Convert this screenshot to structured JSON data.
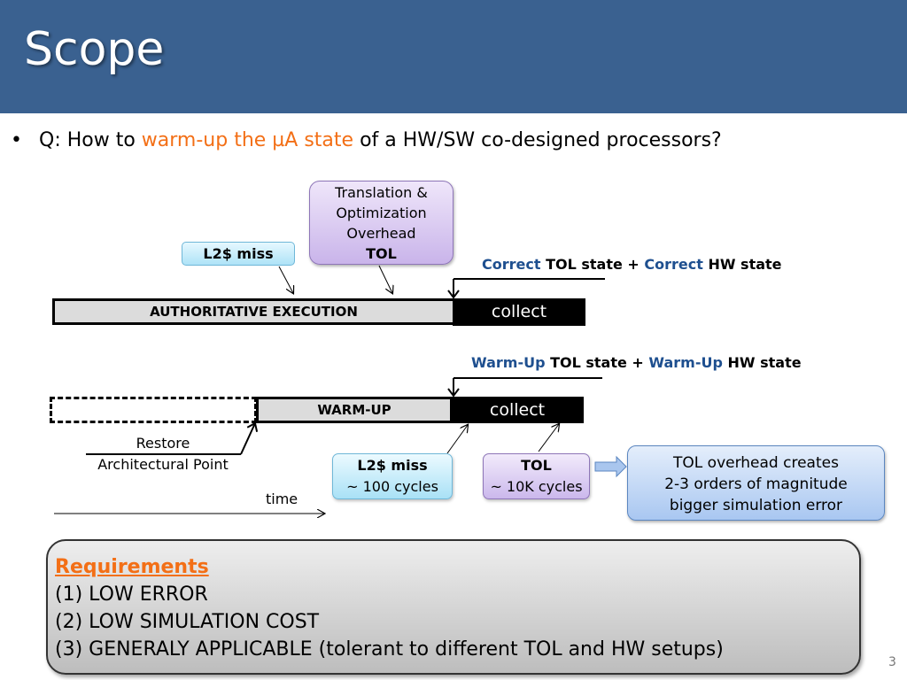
{
  "slide": {
    "title": "Scope",
    "page_number": "3"
  },
  "question": {
    "bullet": "•",
    "prefix": "Q: How to ",
    "highlight": "warm-up the µA state",
    "suffix": " of a HW/SW co-designed processors?"
  },
  "top_timeline": {
    "translation_box": {
      "line1": "Translation &",
      "line2": "Optimization",
      "line3": "Overhead",
      "line4": "TOL"
    },
    "l2_miss_label": "L2$ miss",
    "bar_label": "AUTHORITATIVE EXECUTION",
    "collect_label": "collect",
    "state": {
      "word1": "Correct",
      "text1": " TOL state + ",
      "word2": "Correct",
      "text2": " HW state"
    }
  },
  "bottom_timeline": {
    "bar_label": "WARM-UP",
    "collect_label": "collect",
    "state": {
      "word1": "Warm-Up",
      "text1": " TOL state + ",
      "word2": "Warm-Up",
      "text2": " HW state"
    },
    "restore_line1": "Restore",
    "restore_line2": "Architectural Point",
    "time_label": "time",
    "l2_box": {
      "title": "L2$ miss",
      "detail": "~ 100 cycles"
    },
    "tol_box": {
      "title": "TOL",
      "detail": "~ 10K cycles"
    },
    "callout": {
      "line1": "TOL overhead creates",
      "line2": "2-3 orders of magnitude",
      "line3": "bigger simulation error"
    }
  },
  "requirements": {
    "heading": "Requirements",
    "items": [
      "(1) LOW ERROR",
      "(2) LOW SIMULATION COST",
      "(3) GENERALY APPLICABLE (tolerant to different TOL and HW setups)"
    ]
  },
  "colors": {
    "header": "#3a6190",
    "highlight": "#f36f16",
    "state_blue": "#1e4f8f"
  }
}
